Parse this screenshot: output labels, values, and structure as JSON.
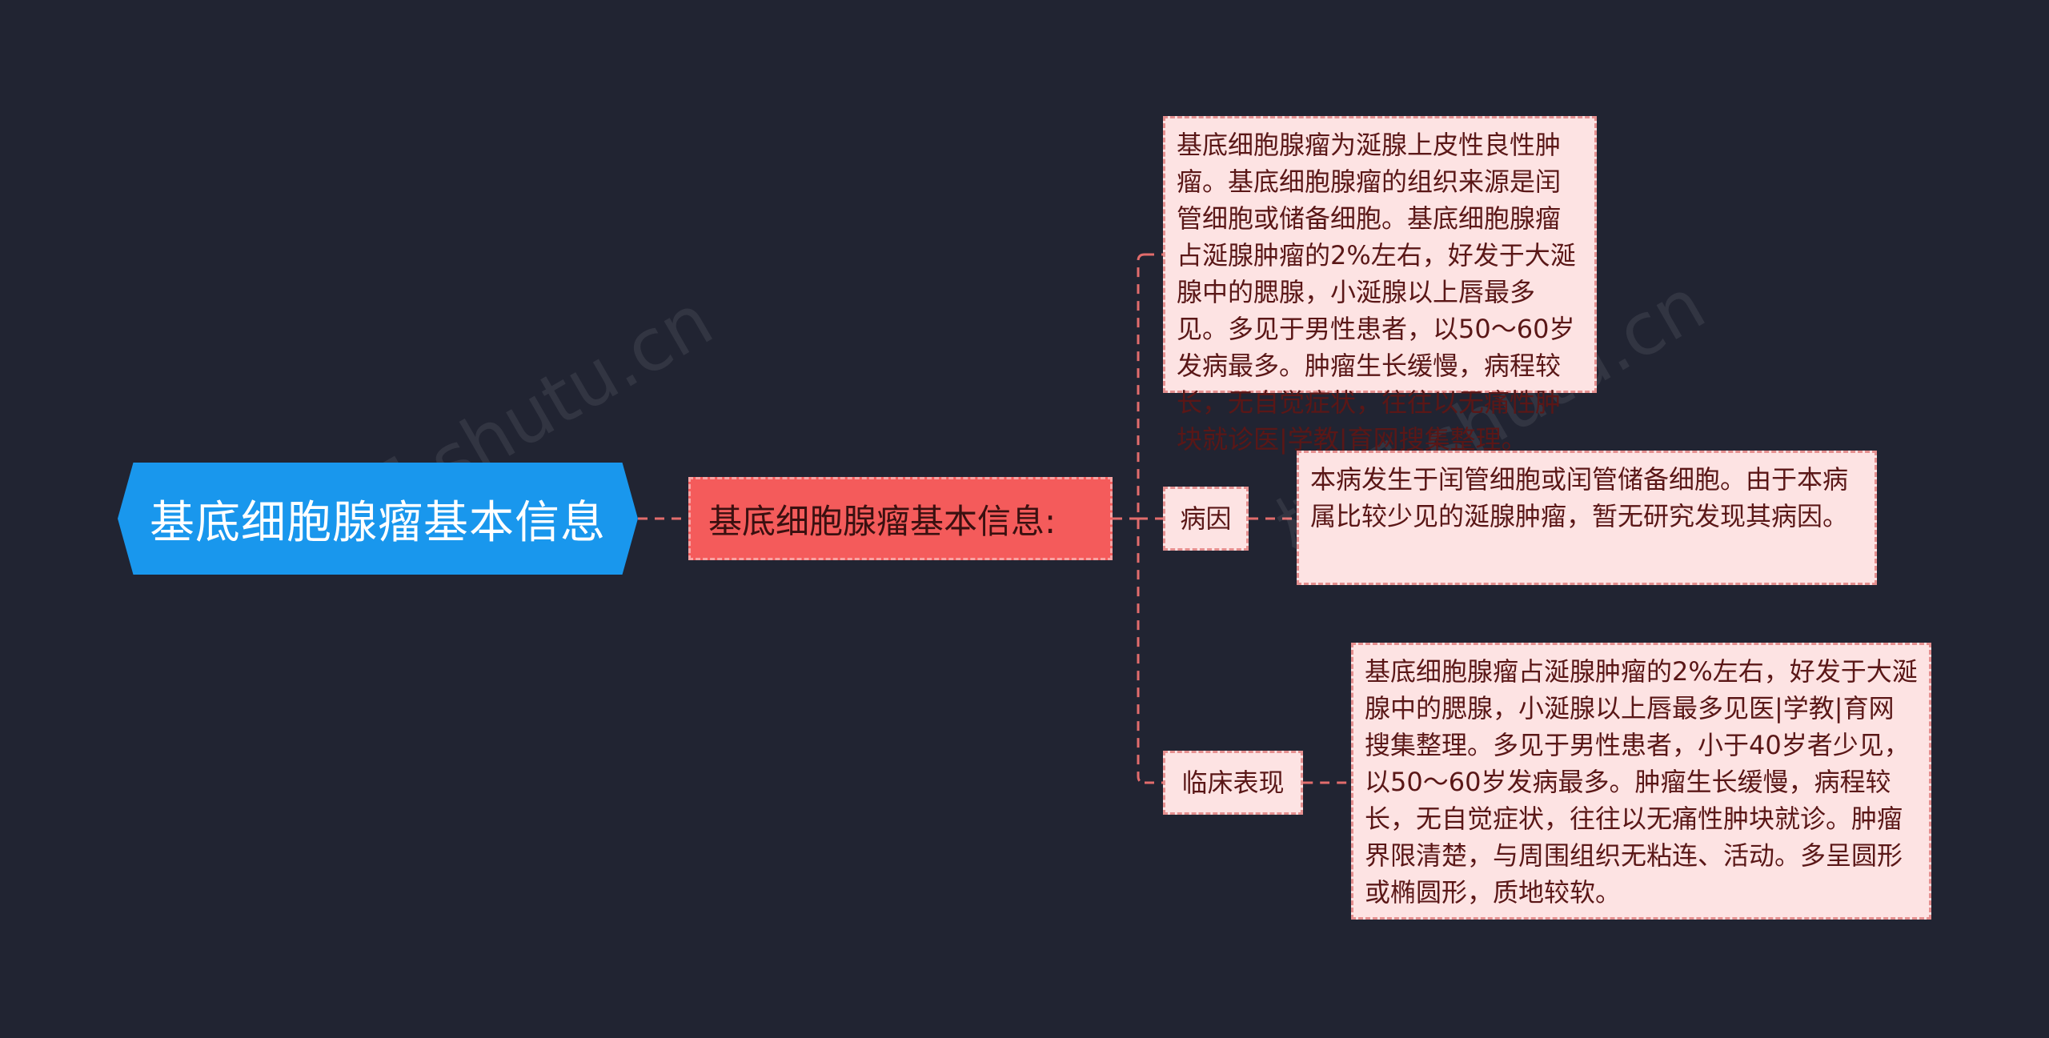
{
  "colors": {
    "background": "#212432",
    "root": "#1997ed",
    "branch": "#f45b5b",
    "node_fill": "#fde3e3",
    "connector": "#e26c6c"
  },
  "root": {
    "label": "基底细胞腺瘤基本信息"
  },
  "branch": {
    "label": "基底细胞腺瘤基本信息:"
  },
  "leaf_intro": {
    "text": "基底细胞腺瘤为涎腺上皮性良性肿瘤。基底细胞腺瘤的组织来源是闰管细胞或储备细胞。基底细胞腺瘤占涎腺肿瘤的2%左右，好发于大涎腺中的腮腺，小涎腺以上唇最多见。多见于男性患者，以50～60岁发病最多。肿瘤生长缓慢，病程较长，无自觉症状，往往以无痛性肿块就诊医|学教|育网搜集整理。"
  },
  "cause": {
    "label": "病因",
    "detail": "本病发生于闰管细胞或闰管储备细胞。由于本病属比较少见的涎腺肿瘤，暂无研究发现其病因。"
  },
  "clinical": {
    "label": "临床表现",
    "detail": "基底细胞腺瘤占涎腺肿瘤的2%左右，好发于大涎腺中的腮腺，小涎腺以上唇最多见医|学教|育网搜集整理。多见于男性患者，小于40岁者少见，以50～60岁发病最多。肿瘤生长缓慢，病程较长，无自觉症状，往往以无痛性肿块就诊。肿瘤界限清楚，与周围组织无粘连、活动。多呈圆形或椭圆形，质地较软。"
  },
  "watermark": "树图 shutu.cn"
}
